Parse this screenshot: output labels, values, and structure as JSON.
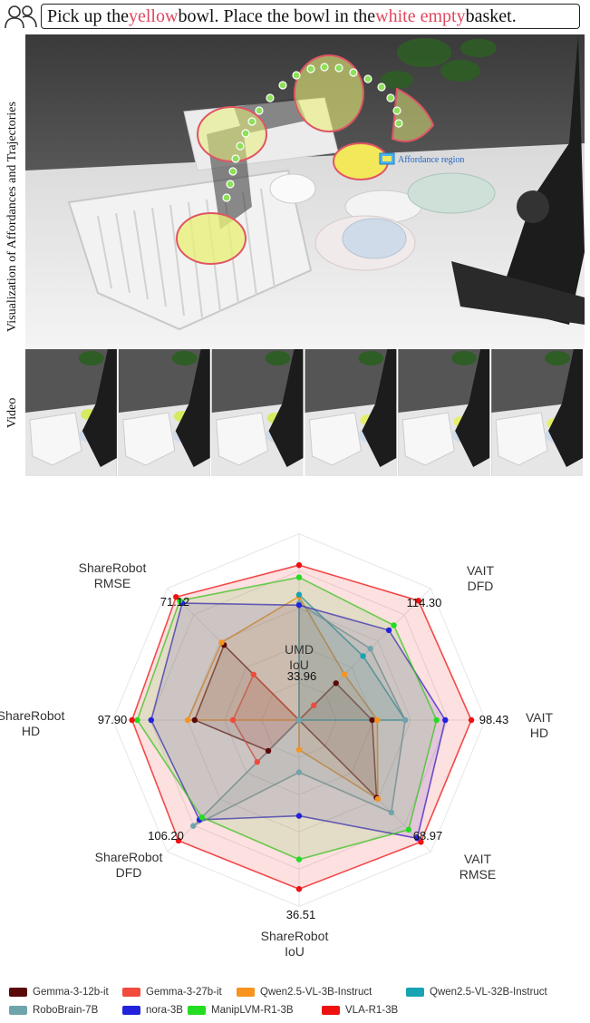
{
  "instruction": {
    "part1": "Pick up the ",
    "hl1": "yellow",
    "part2": " bowl. Place the bowl in the ",
    "hl2": "white empty",
    "part3": " basket."
  },
  "side_labels": {
    "top": "Visualization of Affordances and Trajectories",
    "video": "Video"
  },
  "photo_annotation": "Affordance region",
  "chart_data": {
    "type": "radar",
    "axes": [
      {
        "name": [
          "UMD",
          "IoU"
        ],
        "max": 33.96
      },
      {
        "name": [
          "VAIT",
          "DFD"
        ],
        "max": 114.3
      },
      {
        "name": [
          "VAIT",
          "HD"
        ],
        "max": 98.43
      },
      {
        "name": [
          "VAIT",
          "RMSE"
        ],
        "max": 68.97
      },
      {
        "name": [
          "ShareRobot",
          "IoU"
        ],
        "max": 36.51
      },
      {
        "name": [
          "ShareRobot",
          "DFD"
        ],
        "max": 106.2
      },
      {
        "name": [
          "ShareRobot",
          "HD"
        ],
        "max": 97.9
      },
      {
        "name": [
          "ShareRobot",
          "RMSE"
        ],
        "max": 71.12
      }
    ],
    "max_labels": [
      "33.96",
      "114.30",
      "98.43",
      "68.97",
      "36.51",
      "106.20",
      "97.90",
      "71.12"
    ],
    "series": [
      {
        "name": "Gemma-3-12b-it",
        "color": "#5a0a0a",
        "values": [
          0.0,
          0.3,
          0.42,
          0.63,
          0.0,
          0.25,
          0.6,
          0.61
        ]
      },
      {
        "name": "Gemma-3-27b-it",
        "color": "#f04b3c",
        "values": [
          0.0,
          0.12,
          0.0,
          0.0,
          0.0,
          0.34,
          0.38,
          0.37
        ]
      },
      {
        "name": "Qwen2.5-VL-3B-Instruct",
        "color": "#f7931e",
        "values": [
          0.71,
          0.37,
          0.45,
          0.64,
          0.17,
          0.0,
          0.64,
          0.63
        ]
      },
      {
        "name": "Qwen2.5-VL-32B-Instruct",
        "color": "#16a3b3",
        "values": [
          0.72,
          0.52,
          0.61,
          0.0,
          0.0,
          0.0,
          0.0,
          0.0
        ]
      },
      {
        "name": "RoboBrain-7B",
        "color": "#6fa4ad",
        "values": [
          0.67,
          0.58,
          0.61,
          0.75,
          0.3,
          0.86,
          0.0,
          0.0
        ]
      },
      {
        "name": "nora-3B",
        "color": "#2222dd",
        "values": [
          0.66,
          0.73,
          0.84,
          0.96,
          0.55,
          0.81,
          0.85,
          0.95
        ]
      },
      {
        "name": "ManipLVM-R1-3B",
        "color": "#22dd22",
        "values": [
          0.82,
          0.77,
          0.79,
          0.89,
          0.8,
          0.79,
          0.93,
          0.97
        ]
      },
      {
        "name": "VLA-R1-3B",
        "color": "#ee1111",
        "values": [
          0.89,
          0.97,
          0.99,
          0.99,
          0.97,
          0.98,
          0.96,
          1.0
        ]
      }
    ],
    "legend_position": "bottom"
  }
}
